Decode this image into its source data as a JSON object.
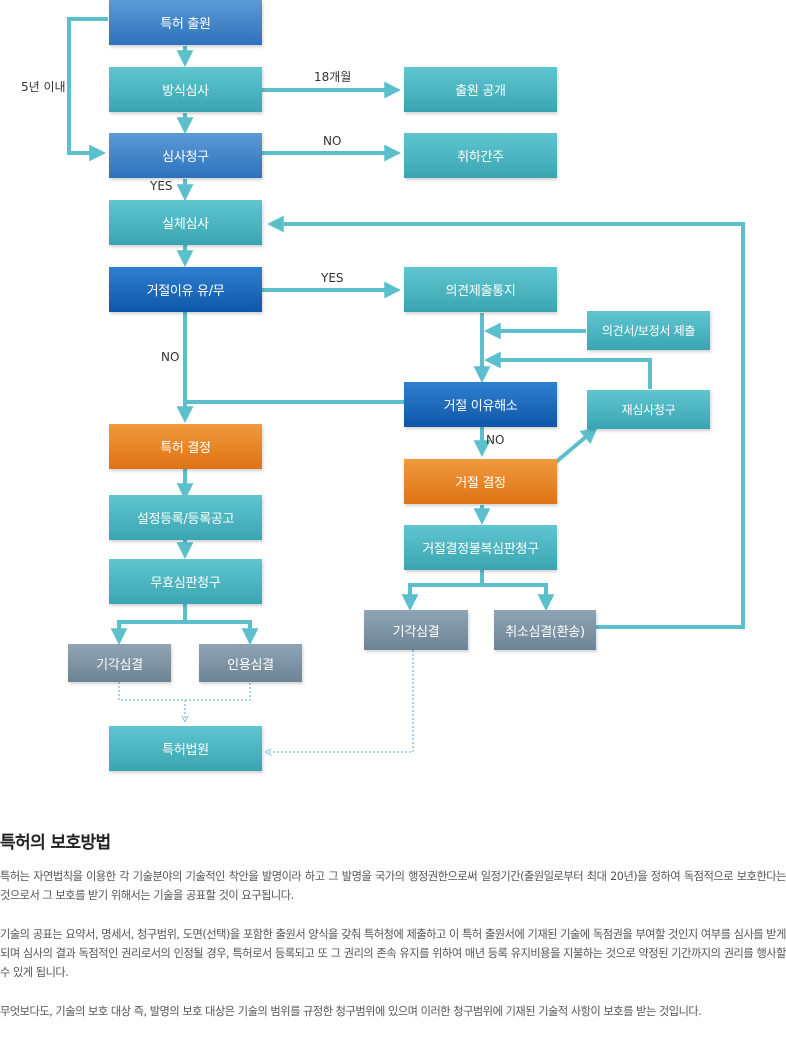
{
  "flowchart": {
    "boxes": {
      "patent_application": "특허 출원",
      "formality_exam": "방식심사",
      "publication": "출원 공개",
      "exam_request": "심사청구",
      "deemed_withdrawn": "취하간주",
      "substantive_exam": "실체심사",
      "rejection_reason": "거절이유 유/무",
      "opinion_notice": "의견제출통지",
      "opinion_submit": "의견서/보정서 제출",
      "resolve_rejection": "거절 이유해소",
      "reexam_request": "재심사청구",
      "patent_decision": "특허 결정",
      "rejection_decision": "거절 결정",
      "registration": "설정등록/등록공고",
      "invalidation_trial": "무효심판청구",
      "appeal_trial": "거절결정불복심판청구",
      "dismissed_left": "기각심결",
      "accepted": "인용심결",
      "dismissed_right": "기각심결",
      "revoked": "취소심결(환송)",
      "patent_court": "특허법원"
    },
    "labels": {
      "within_5_years": "5년 이내",
      "months_18": "18개월",
      "no_1": "NO",
      "yes_1": "YES",
      "yes_2": "YES",
      "no_2": "NO",
      "no_3": "NO"
    }
  },
  "article": {
    "heading": "특허의 보호방법",
    "paragraphs": [
      "특허는 자연법칙을 이용한 각 기술분야의 기술적인 착안을 발명이라 하고 그 발명을 국가의 행정권한으로써 일정기간(출원일로부터 최대 20년)을 정하여 독점적으로 보호한다는 것으로서 그 보호를 받기 위해서는 기술을 공표할 것이 요구됩니다.",
      "기술의 공표는 요약서, 명세서, 청구범위, 도면(선택)을 포함한 출원서 양식을 갖춰 특허청에 제출하고 이 특허 출원서에 기재된 기술에 독점권을 부여할 것인지 여부를 심사를 받게 되며 심사의 결과 독점적인 권리로서의 인정될 경우, 특허로서 등록되고 또 그 권리의 존속 유지를 위하여 매년 등록 유지비용을 지불하는 것으로 약정된 기간까지의 권리를 행사할 수 있게 됩니다.",
      "무엇보다도, 기술의 보호 대상 즉, 발명의 보호 대상은 기술의 범위를 규정한 청구범위에 있으며 이러한 청구범위에 기재된 기술적 사항이 보호를 받는 것입니다."
    ]
  },
  "colors": {
    "teal": "#4db6c1",
    "blue": "#4a87c8",
    "dark_blue": "#1767b8",
    "orange": "#e8831f",
    "gray": "#7f95a6",
    "line": "#5bc0cb",
    "dotted_line": "#7fb8e6"
  }
}
